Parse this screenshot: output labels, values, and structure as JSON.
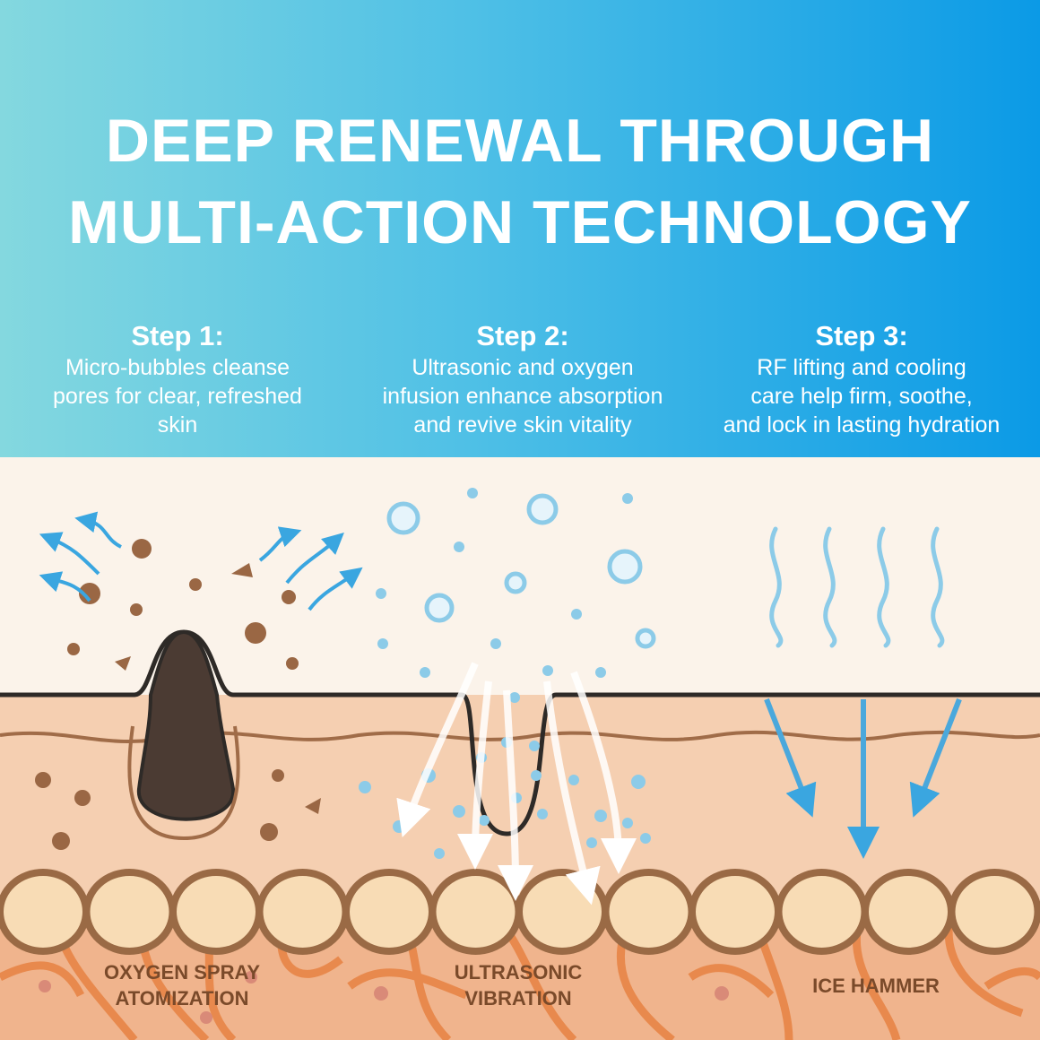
{
  "header": {
    "title_line1": "DEEP RENEWAL THROUGH",
    "title_line2": "MULTI-ACTION TECHNOLOGY"
  },
  "steps": [
    {
      "heading": "Step 1:",
      "description": "Micro-bubbles cleanse\npores for clear, refreshed\nskin"
    },
    {
      "heading": "Step 2:",
      "description": "Ultrasonic and oxygen\ninfusion enhance absorption\nand revive skin vitality"
    },
    {
      "heading": "Step 3:",
      "description": "RF lifting and cooling\ncare help firm, soothe,\nand lock in lasting hydration"
    }
  ],
  "diagram": {
    "labels": [
      {
        "line1": "OXYGEN SPRAY",
        "line2": "ATOMIZATION"
      },
      {
        "line1": "ULTRASONIC",
        "line2": "VIBRATION"
      },
      {
        "line1": "ICE HAMMER"
      }
    ]
  },
  "colors": {
    "gradient_left": "#84d8df",
    "gradient_right": "#0b9ae6",
    "skin_bg": "#fbf3ea",
    "epidermis": "#f5cfb1",
    "dermis": "#f0b48d",
    "bubble": "#8ccbe8",
    "label": "#7a4a2a"
  }
}
